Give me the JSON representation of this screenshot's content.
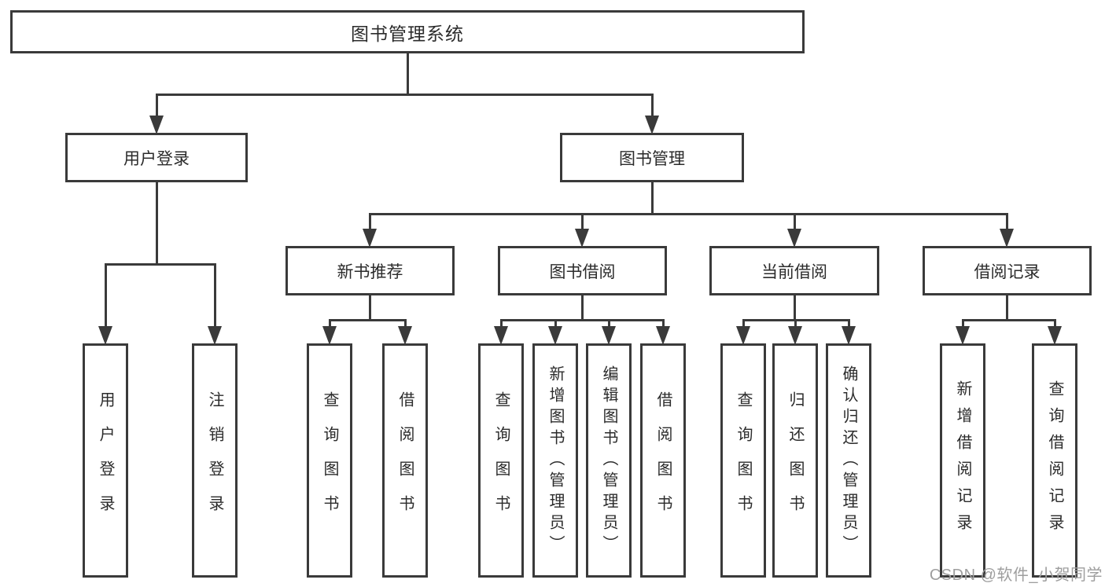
{
  "diagram": {
    "root": {
      "label": "图书管理系统"
    },
    "level2": [
      {
        "id": "user-login",
        "label": "用户登录"
      },
      {
        "id": "book-management",
        "label": "图书管理"
      }
    ],
    "level3": [
      {
        "id": "new-book-recommend",
        "label": "新书推荐"
      },
      {
        "id": "book-borrow",
        "label": "图书借阅"
      },
      {
        "id": "current-borrow",
        "label": "当前借阅"
      },
      {
        "id": "borrow-records",
        "label": "借阅记录"
      }
    ],
    "leaves": {
      "user_login": [
        {
          "label": "用户登录"
        },
        {
          "label": "注销登录"
        }
      ],
      "new_book_recommend": [
        {
          "label": "查询图书"
        },
        {
          "label": "借阅图书"
        }
      ],
      "book_borrow": [
        {
          "label": "查询图书"
        },
        {
          "label": "新增图书（管理员）"
        },
        {
          "label": "编辑图书（管理员）"
        },
        {
          "label": "借阅图书"
        }
      ],
      "current_borrow": [
        {
          "label": "查询图书"
        },
        {
          "label": "归还图书"
        },
        {
          "label": "确认归还（管理员）"
        }
      ],
      "borrow_records": [
        {
          "label": "新增借阅记录"
        },
        {
          "label": "查询借阅记录"
        }
      ]
    }
  },
  "watermark": {
    "text": "CSDN @软件_小贺同学"
  },
  "colors": {
    "line": "#3a3a3a",
    "box_border": "#3a3a3a",
    "text": "#2b2b2b",
    "watermark": "#9e9e9e",
    "background": "#ffffff"
  }
}
